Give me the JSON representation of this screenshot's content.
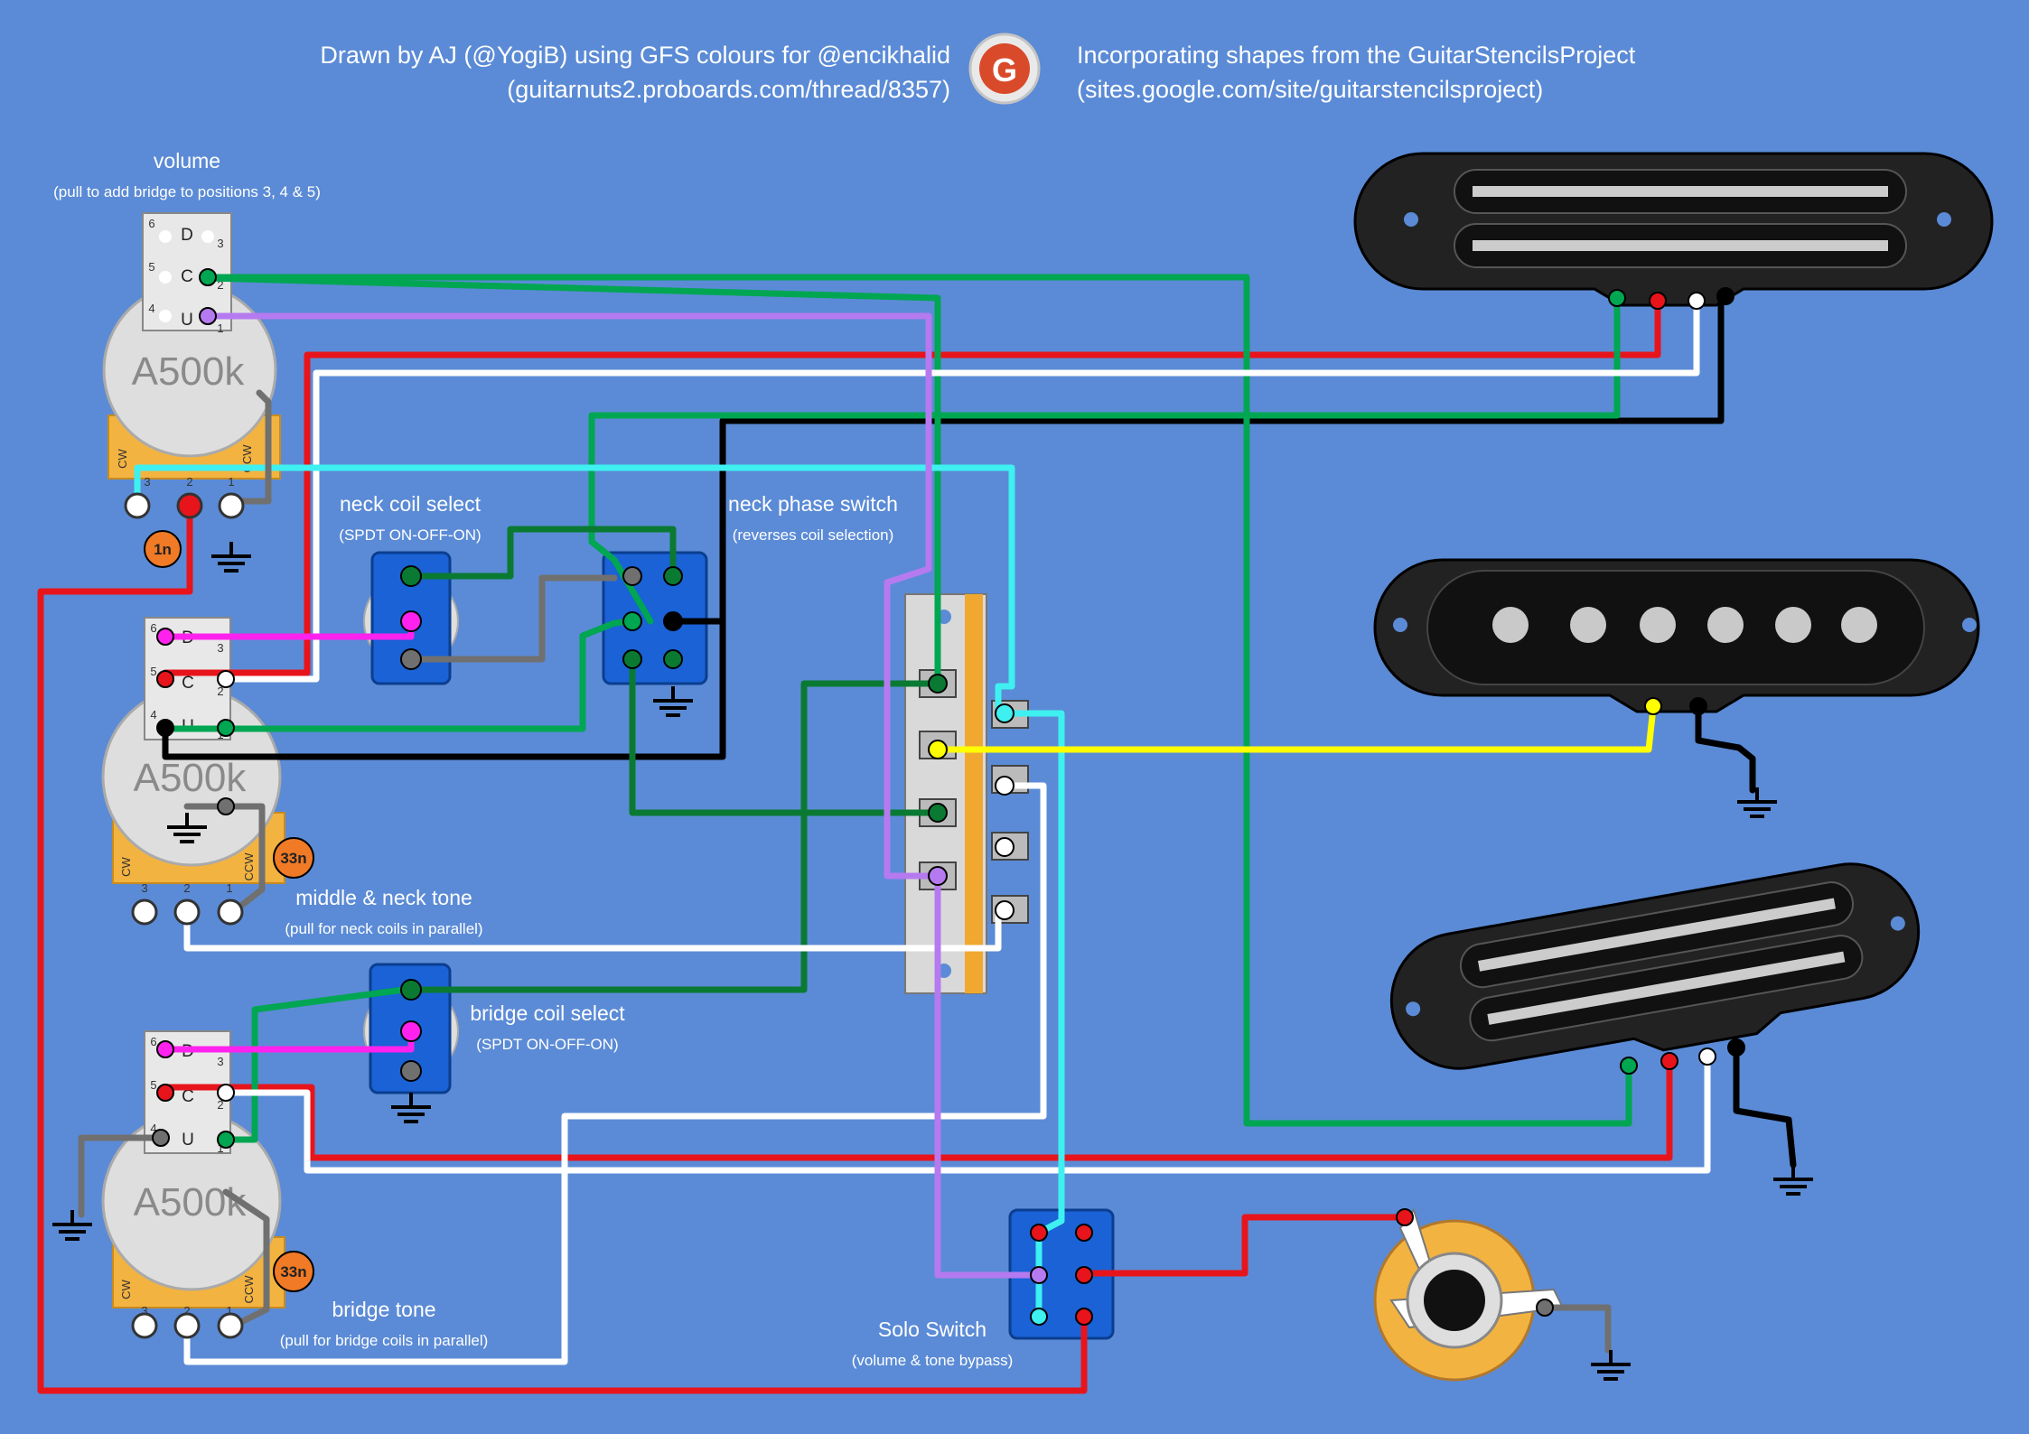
{
  "header": {
    "left_line1": "Drawn by AJ (@YogiB) using GFS colours for @encikhalid",
    "left_line2": "(guitarnuts2.proboards.com/thread/8357)",
    "right_line1": "Incorporating shapes from the GuitarStencilsProject",
    "right_line2": "(sites.google.com/site/guitarstencilsproject)",
    "logo_letter": "G"
  },
  "pots": {
    "volume": {
      "title": "volume",
      "subtitle": "(pull to add bridge to positions 3, 4 & 5)",
      "value": "A500k"
    },
    "middle_neck_tone": {
      "title": "middle & neck tone",
      "subtitle": "(pull for neck coils in parallel)",
      "value": "A500k"
    },
    "bridge_tone": {
      "title": "bridge tone",
      "subtitle": "(pull for bridge coils in parallel)",
      "value": "A500k"
    }
  },
  "pot_labels": {
    "d": "D",
    "c": "C",
    "u": "U",
    "n1": "1",
    "n2": "2",
    "n3": "3",
    "n4": "4",
    "n5": "5",
    "n6": "6",
    "cw": "CW",
    "ccw": "CCW"
  },
  "switches": {
    "neck_coil_select": {
      "title": "neck coil select",
      "subtitle": "(SPDT ON-OFF-ON)"
    },
    "neck_phase": {
      "title": "neck phase switch",
      "subtitle": "(reverses coil selection)"
    },
    "bridge_coil_select": {
      "title": "bridge coil select",
      "subtitle": "(SPDT ON-OFF-ON)"
    },
    "solo": {
      "title": "Solo Switch",
      "subtitle": "(volume & tone bypass)"
    }
  },
  "capacitors": {
    "vol_cap": "1n",
    "neck_tone_cap": "33n",
    "bridge_tone_cap": "33n"
  },
  "colors": {
    "background": "#5b8bd6",
    "wire_green": "#00a651",
    "wire_dark_green": "#0a7a33",
    "wire_red": "#e8141b",
    "wire_white": "#ffffff",
    "wire_black": "#000000",
    "wire_cyan": "#3ff0f0",
    "wire_purple": "#b57af0",
    "wire_magenta": "#ff22ee",
    "wire_yellow": "#ffff00",
    "wire_grey": "#707070",
    "switch_blue": "#1a62d6",
    "pot_lugs": "#f3b341",
    "cap_orange": "#f07a26"
  },
  "components": {
    "pickups": [
      "humbucker-neck",
      "single-coil-middle",
      "humbucker-bridge"
    ],
    "selector": "5-way-blade-switch",
    "jack": "output-jack"
  }
}
